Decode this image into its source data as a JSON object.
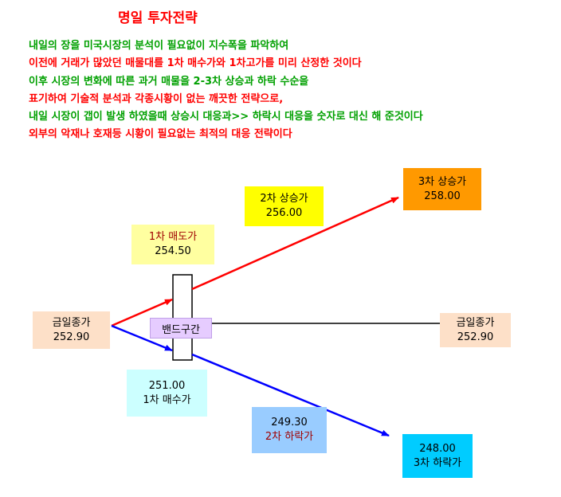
{
  "title": "명일 투자전략",
  "intro_lines": [
    {
      "text": "내일의 장을 미국시장의 분석이 필요없이 지수폭을 파악하여",
      "color": "#00a000"
    },
    {
      "text": "이전에 거래가 많았던 매물대를 1차 매수가와 1차고가를 미리 산정한 것이다",
      "color": "#ff0000"
    },
    {
      "text": "이후 시장의 변화에 따른 과거 매물을 2-3차 상승과 하락 수순을",
      "color": "#00a000"
    },
    {
      "text": "표기하여 기술적  분석과 각종시황이 없는 깨끗한 전략으로,",
      "color": "#ff0000"
    },
    {
      "text": "내일 시장이 갭이 발생 하였을때 상승시 대응과>> 하락시 대응을 숫자로 대신 해 준것이다",
      "color": "#00a000"
    },
    {
      "text": "외부의 악재나 호재등  시황이 필요없는 최적의 대응 전략이다",
      "color": "#ff0000"
    }
  ],
  "nodes": {
    "close_left": {
      "label": "금일종가",
      "value": "252.90"
    },
    "sell_1": {
      "label": "1차 매도가",
      "value": "254.50"
    },
    "rise_2": {
      "label": "2차 상승가",
      "value": "256.00"
    },
    "rise_3": {
      "label": "3차 상승가",
      "value": "258.00"
    },
    "close_right": {
      "label": "금일종가",
      "value": "252.90"
    },
    "buy_1": {
      "label": "1차 매수가",
      "value": "251.00"
    },
    "fall_2": {
      "label": "2차 하락가",
      "value": "249.30"
    },
    "fall_3": {
      "label": "3차 하락가",
      "value": "248.00"
    },
    "band": {
      "label": "밴드구간"
    }
  },
  "colors": {
    "up_arrow": "#ff0000",
    "down_arrow": "#0000ff",
    "close_box": "#fde0c8",
    "sell_box": "#ffffa0",
    "rise_box": "#ffff00",
    "rise3_box": "#ff9900",
    "buy_box": "#ccffff",
    "fall2_box": "#99ccff",
    "fall3_box": "#00ccff",
    "band_box": "#e6ccff"
  }
}
